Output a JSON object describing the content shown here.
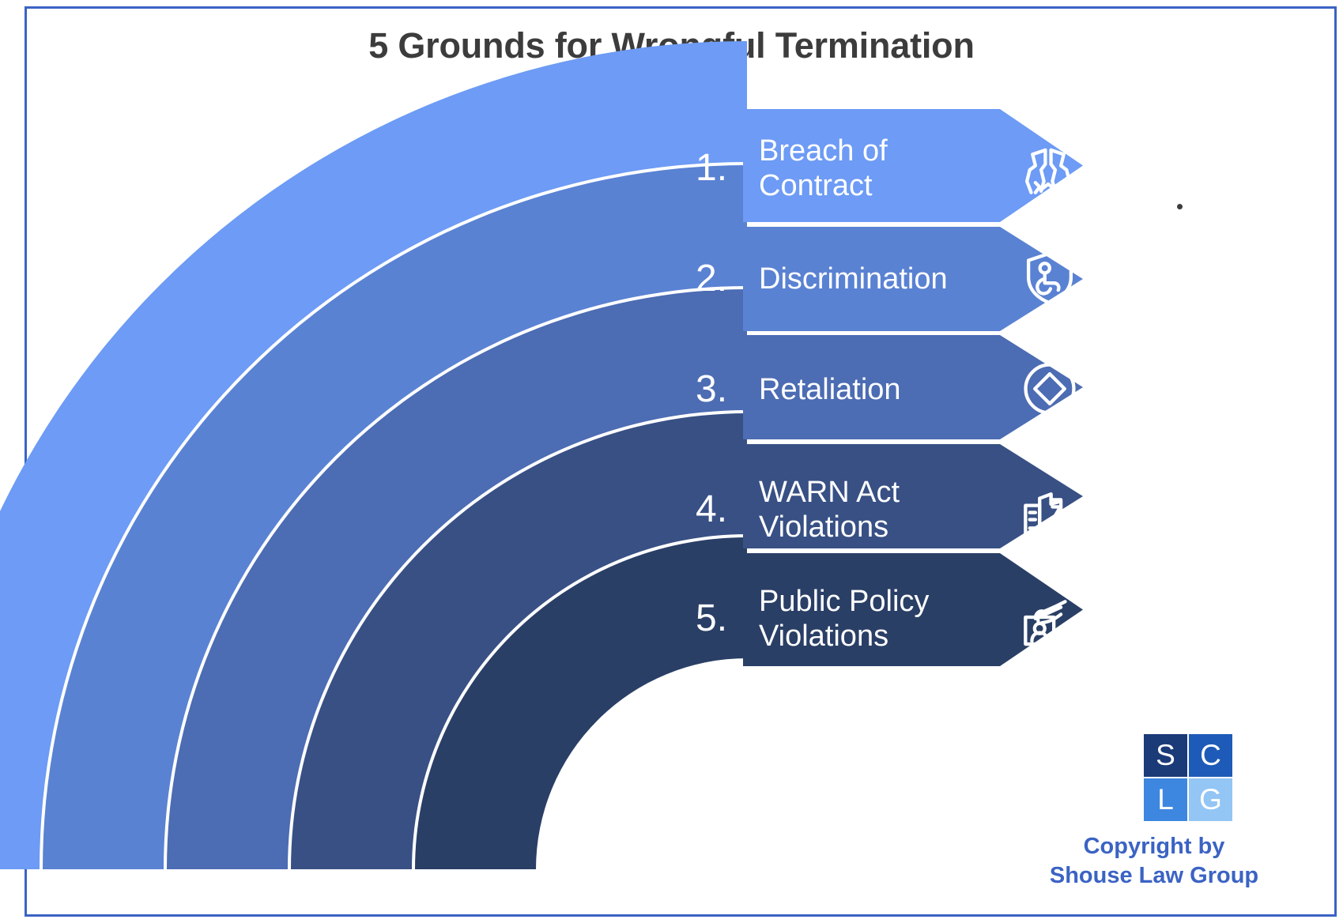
{
  "page": {
    "title": "5 Grounds for Wrongful Termination",
    "background_color": "#ffffff",
    "frame_border_color": "#3b63c4",
    "title_color": "#3c3c3c"
  },
  "bands": [
    {
      "number": "1.",
      "label": "Breach of Contract",
      "color": "#6d9bf5",
      "icon": "torn-contract-icon"
    },
    {
      "number": "2.",
      "label": "Discrimination",
      "color": "#5a82d3",
      "icon": "shield-accessibility-icon"
    },
    {
      "number": "3.",
      "label": "Retaliation",
      "color": "#4c6cb3",
      "icon": "circle-arrows-icon"
    },
    {
      "number": "4.",
      "label": "WARN Act Violations",
      "color": "#385084",
      "icon": "factory-warning-icon"
    },
    {
      "number": "5.",
      "label": "Public Policy Violations",
      "color": "#2a3f66",
      "icon": "hand-id-badge-icon"
    }
  ],
  "logo": {
    "cells": [
      {
        "letter": "S",
        "color": "#1b3a78"
      },
      {
        "letter": "C",
        "color": "#1e5bb8"
      },
      {
        "letter": "L",
        "color": "#3d87e0"
      },
      {
        "letter": "G",
        "color": "#93c5f5"
      }
    ]
  },
  "copyright": {
    "line1": "Copyright by",
    "line2": "Shouse Law Group",
    "color": "#3b63c4"
  }
}
